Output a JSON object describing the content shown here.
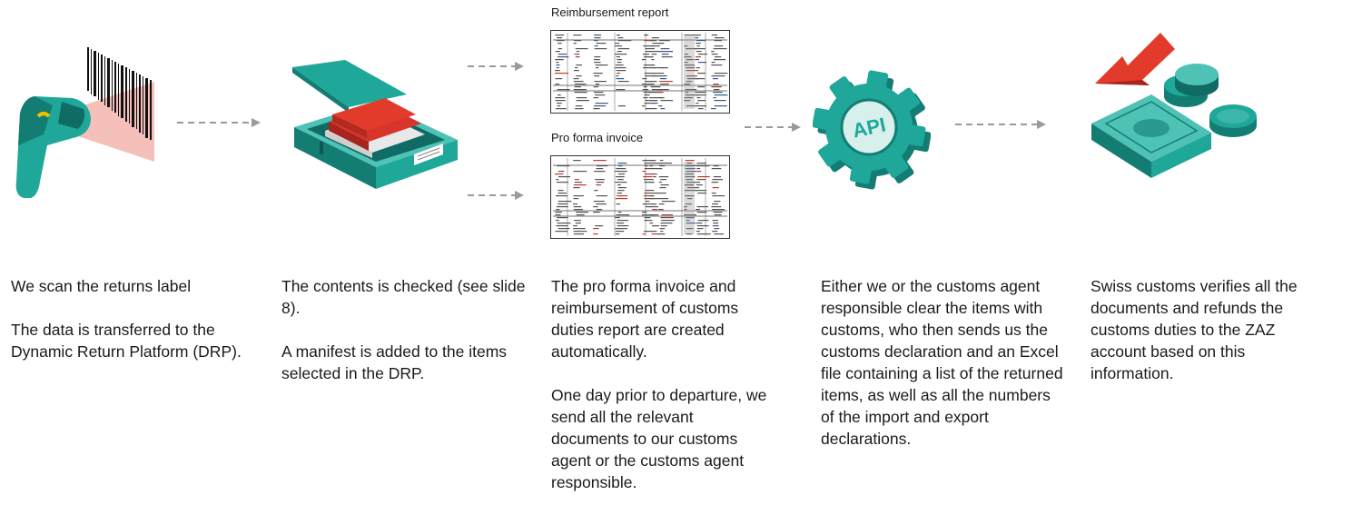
{
  "colors": {
    "teal": "#1fa79a",
    "teal_dark": "#137d74",
    "teal_light": "#4fc2b6",
    "red": "#e23b2c",
    "arrow": "#9a9a9a"
  },
  "steps": [
    {
      "icon": "barcode-scanner-icon",
      "paragraphs": [
        "We scan the returns label",
        "The data is transferred to the Dynamic Return Platform (DRP)."
      ]
    },
    {
      "icon": "box-with-contents-icon",
      "paragraphs": [
        "The contents is checked (see slide 8).",
        "A manifest is added to the items selected in the DRP."
      ]
    },
    {
      "icon": "documents-icon",
      "paragraphs": [
        "The pro forma invoice and reimbursement of customs duties report are created automatically.",
        "One day prior to departure, we send all the relevant documents to our customs agent or the customs agent responsible."
      ]
    },
    {
      "icon": "api-gear-icon",
      "icon_text": "API",
      "paragraphs": [
        "Either we or the customs agent responsible clear the items with customs, who then sends us the customs declaration and an Excel file containing a list of the returned items, as well as all the numbers of the import and export declarations."
      ]
    },
    {
      "icon": "money-refund-icon",
      "paragraphs": [
        "Swiss customs verifies all the documents and refunds the customs duties to the ZAZ account based on this information."
      ]
    }
  ],
  "documents": [
    {
      "label": "Reimbursement report"
    },
    {
      "label": "Pro forma invoice"
    }
  ]
}
